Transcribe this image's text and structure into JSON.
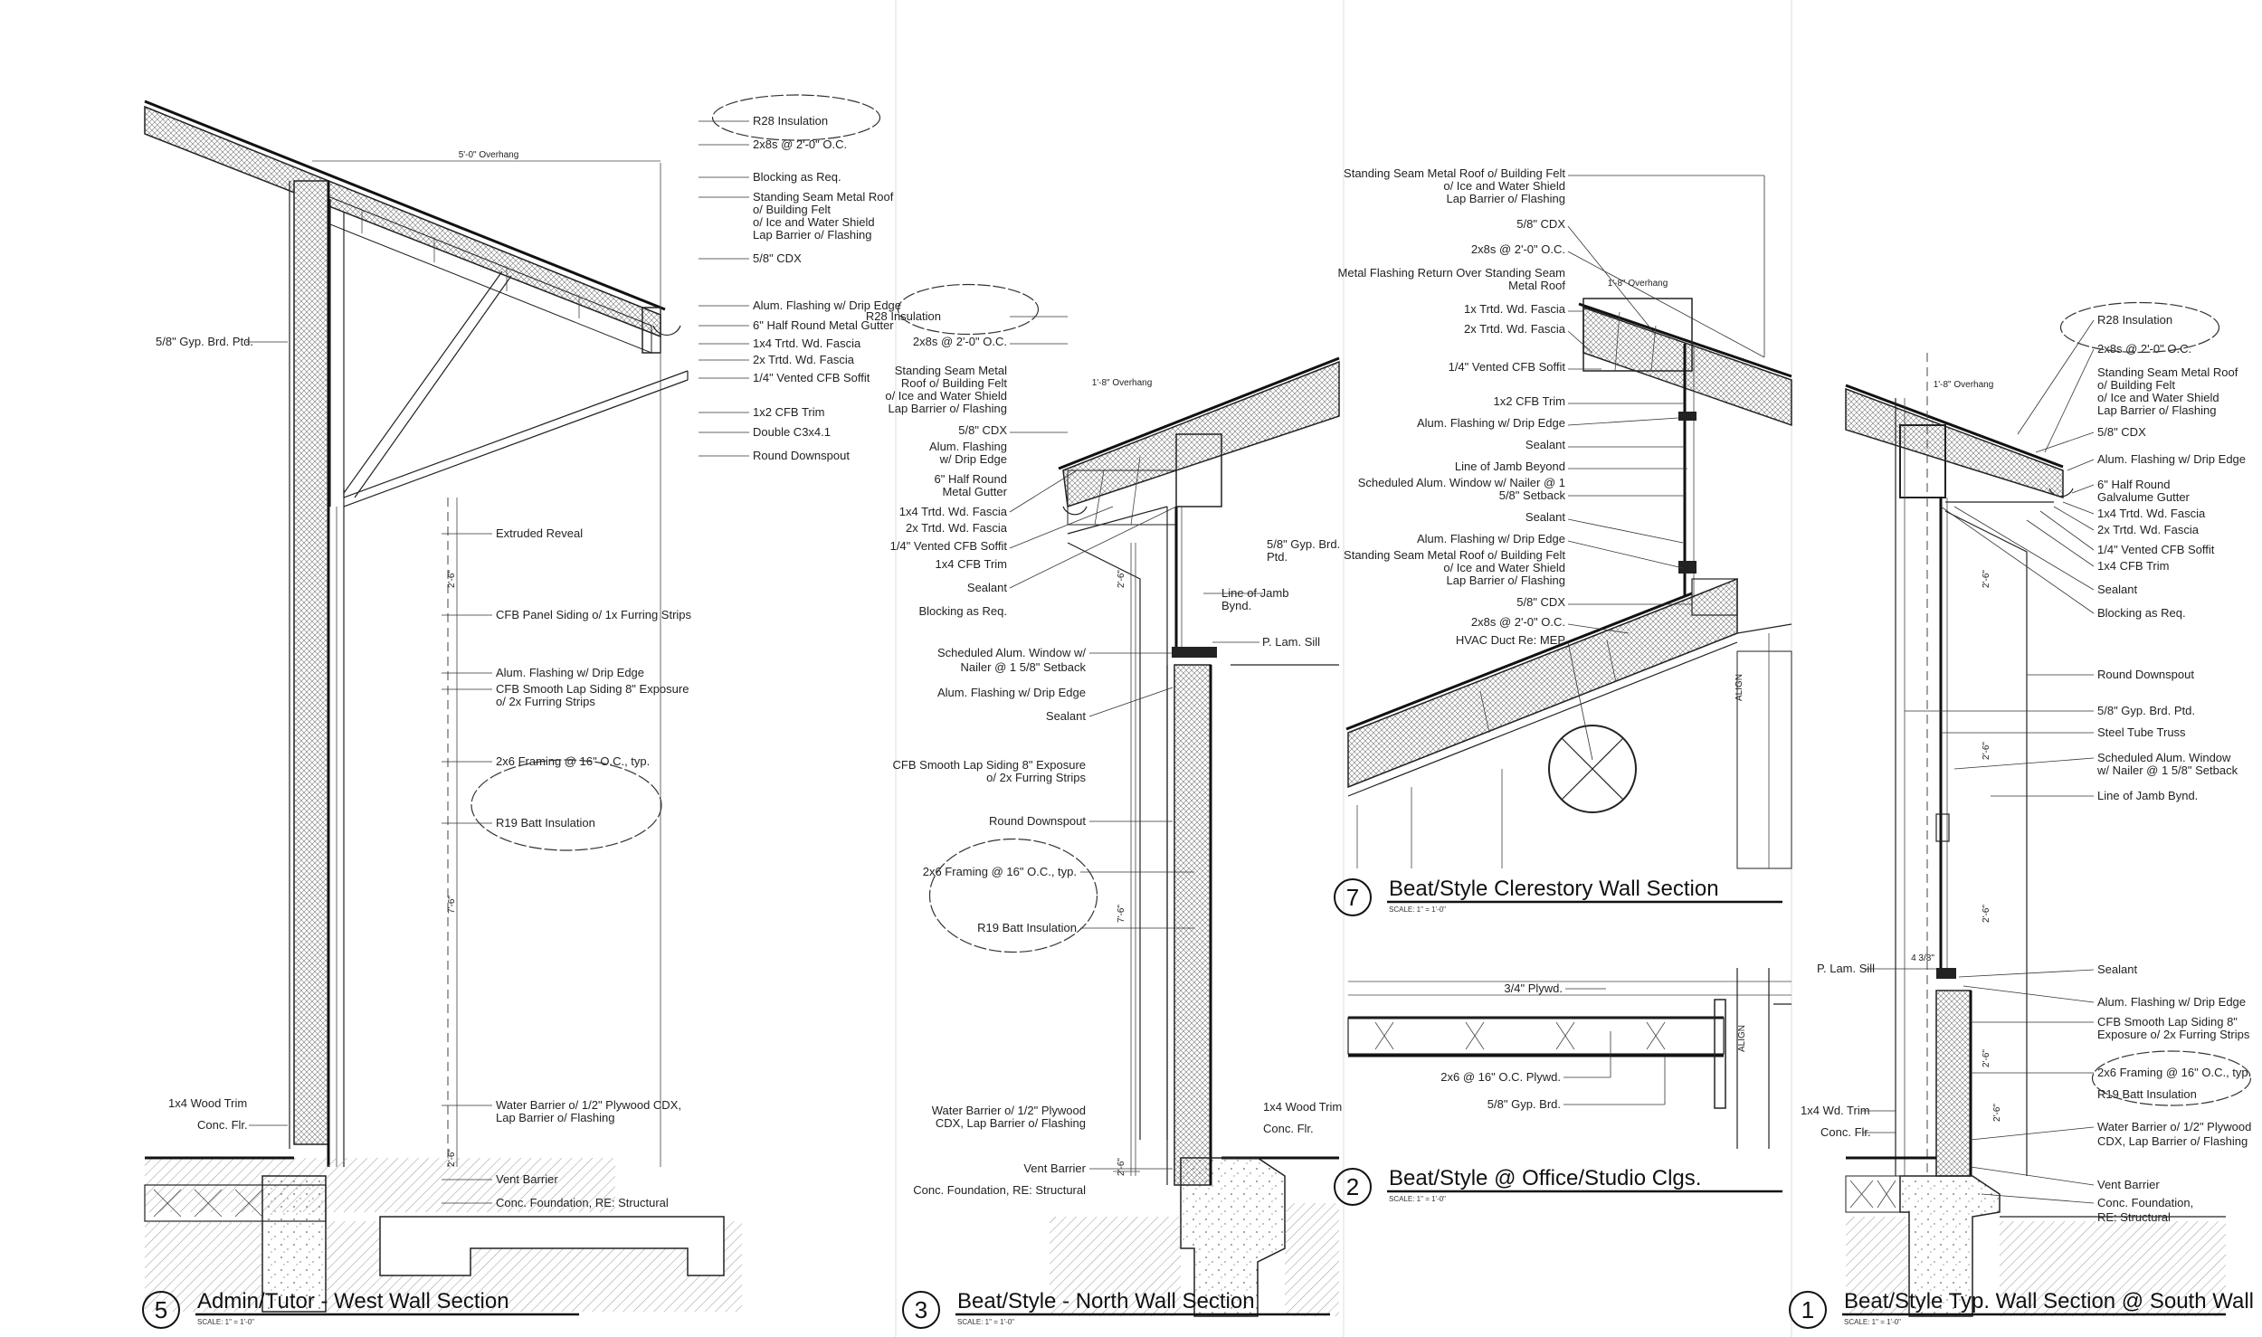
{
  "sections": [
    {
      "id": "5",
      "title": "Admin/Tutor - West Wall Section",
      "scale": "SCALE: 1\" = 1'-0\"",
      "overhang": "5'-0\" Overhang",
      "dims": [
        "2'-6\"",
        "7'-6\"",
        "2'-6\""
      ],
      "notes": [
        "R28 Insulation",
        "2x8s @ 2'-0\" O.C.",
        "Blocking as Req.",
        "Standing Seam Metal Roof",
        "o/ Building Felt",
        "o/ Ice and Water Shield",
        "Lap Barrier o/ Flashing",
        "5/8\" CDX",
        "Alum. Flashing w/ Drip Edge",
        "6\" Half Round Metal Gutter",
        "1x4 Trtd. Wd. Fascia",
        "2x Trtd. Wd. Fascia",
        "1/4\" Vented CFB Soffit",
        "1x2 CFB Trim",
        "Double C3x4.1",
        "Round Downspout",
        "Extruded Reveal",
        "CFB Panel Siding o/ 1x Furring Strips",
        "Alum. Flashing w/ Drip Edge",
        "CFB Smooth Lap Siding 8\" Exposure",
        "o/ 2x Furring Strips",
        "2x6 Framing @ 16\" O.C., typ.",
        "R19 Batt Insulation",
        "Water Barrier o/ 1/2\" Plywood CDX,",
        "Lap Barrier o/ Flashing",
        "Vent Barrier",
        "Conc. Foundation, RE: Structural"
      ],
      "left_notes": [
        "5/8\" Gyp. Brd. Ptd.",
        "1x4 Wood Trim",
        "Conc. Flr."
      ]
    },
    {
      "id": "3",
      "title": "Beat/Style - North Wall Section",
      "scale": "SCALE: 1\" = 1'-0\"",
      "overhang": "1'-8\" Overhang",
      "dims": [
        "2'-6\"",
        "7'-6\"",
        "2'-6\""
      ],
      "notes": [
        "R28 Insulation",
        "2x8s @ 2'-0\" O.C.",
        "Standing Seam Metal",
        "Roof o/ Building Felt",
        "o/ Ice and Water Shield",
        "Lap Barrier o/ Flashing",
        "5/8\" CDX",
        "Alum. Flashing",
        "w/ Drip Edge",
        "6\" Half Round",
        "Metal Gutter",
        "1x4 Trtd. Wd. Fascia",
        "2x Trtd. Wd. Fascia",
        "1/4\" Vented CFB Soffit",
        "1x4 CFB Trim",
        "Sealant",
        "Blocking as Req.",
        "Scheduled Alum. Window w/",
        "Nailer @ 1 5/8\" Setback",
        "Alum. Flashing w/ Drip Edge",
        "Sealant",
        "CFB Smooth Lap Siding 8\" Exposure",
        "o/ 2x Furring Strips",
        "Round Downspout",
        "2x6 Framing @ 16\" O.C., typ.",
        "R19 Batt Insulation",
        "Water Barrier o/ 1/2\" Plywood",
        "CDX, Lap Barrier o/ Flashing",
        "Vent Barrier",
        "Conc. Foundation, RE: Structural"
      ],
      "right_notes": [
        "5/8\" Gyp. Brd.",
        "Ptd.",
        "Line of Jamb",
        "Bynd.",
        "P. Lam. Sill",
        "1x4 Wood Trim",
        "Conc. Flr."
      ]
    },
    {
      "id": "7",
      "title": "Beat/Style Clerestory Wall Section",
      "scale": "SCALE: 1\" = 1'-0\"",
      "overhang": "1'-8\" Overhang",
      "align": "ALIGN",
      "notes": [
        "Standing Seam Metal Roof o/ Building Felt",
        "o/ Ice and Water Shield",
        "Lap Barrier o/ Flashing",
        "5/8\" CDX",
        "2x8s @ 2'-0\" O.C.",
        "Metal Flashing Return Over Standing Seam",
        "Metal Roof",
        "1x Trtd. Wd. Fascia",
        "2x Trtd. Wd. Fascia",
        "1/4\" Vented CFB Soffit",
        "1x2 CFB Trim",
        "Alum. Flashing w/ Drip Edge",
        "Sealant",
        "Line of Jamb Beyond",
        "Scheduled Alum. Window w/ Nailer @ 1",
        "5/8\" Setback",
        "Sealant",
        "Alum. Flashing w/ Drip Edge",
        "Standing Seam Metal Roof o/ Building Felt",
        "o/ Ice and Water Shield",
        "Lap Barrier o/ Flashing",
        "5/8\" CDX",
        "2x8s @ 2'-0\" O.C.",
        "HVAC Duct Re: MEP"
      ]
    },
    {
      "id": "2",
      "title": "Beat/Style @ Office/Studio Clgs.",
      "scale": "SCALE: 1\" = 1'-0\"",
      "align": "ALIGN",
      "notes": [
        "3/4\" Plywd.",
        "2x6 @ 16\" O.C. Plywd.",
        "5/8\" Gyp. Brd."
      ]
    },
    {
      "id": "1",
      "title": "Beat/Style Typ. Wall Section @ South Wall",
      "scale": "SCALE: 1\" = 1'-0\"",
      "overhang": "1'-8\" Overhang",
      "dims": [
        "2'-6\"",
        "2'-6\"",
        "2'-6\"",
        "4 3/8\"",
        "2'-6\"",
        "2'-6\""
      ],
      "notes": [
        "R28 Insulation",
        "2x8s @ 2'-0\" O.C.",
        "Standing Seam Metal Roof",
        "o/ Building Felt",
        "o/ Ice and Water Shield",
        "Lap Barrier o/ Flashing",
        "5/8\" CDX",
        "Alum. Flashing w/ Drip Edge",
        "6\" Half Round",
        "Galvalume Gutter",
        "1x4 Trtd. Wd. Fascia",
        "2x Trtd. Wd. Fascia",
        "1/4\" Vented CFB Soffit",
        "1x4 CFB Trim",
        "Sealant",
        "Blocking as Req.",
        "Round Downspout",
        "5/8\" Gyp. Brd. Ptd.",
        "Steel Tube Truss",
        "Scheduled Alum. Window",
        "w/ Nailer @ 1 5/8\" Setback",
        "Line of Jamb Bynd.",
        "Sealant",
        "Alum. Flashing w/ Drip Edge",
        "CFB Smooth Lap Siding 8\"",
        "Exposure o/ 2x Furring Strips",
        "2x6 Framing @ 16\" O.C., typ.",
        "R19 Batt Insulation",
        "Water Barrier o/ 1/2\" Plywood",
        "CDX, Lap Barrier o/ Flashing",
        "Vent Barrier",
        "Conc. Foundation,",
        "RE: Structural"
      ],
      "left_notes": [
        "P. Lam. Sill",
        "1x4 Wd. Trim",
        "Conc. Flr."
      ]
    }
  ],
  "colors": {
    "line": "#222222",
    "hatch": "#bbbbbb",
    "paper": "#ffffff"
  }
}
